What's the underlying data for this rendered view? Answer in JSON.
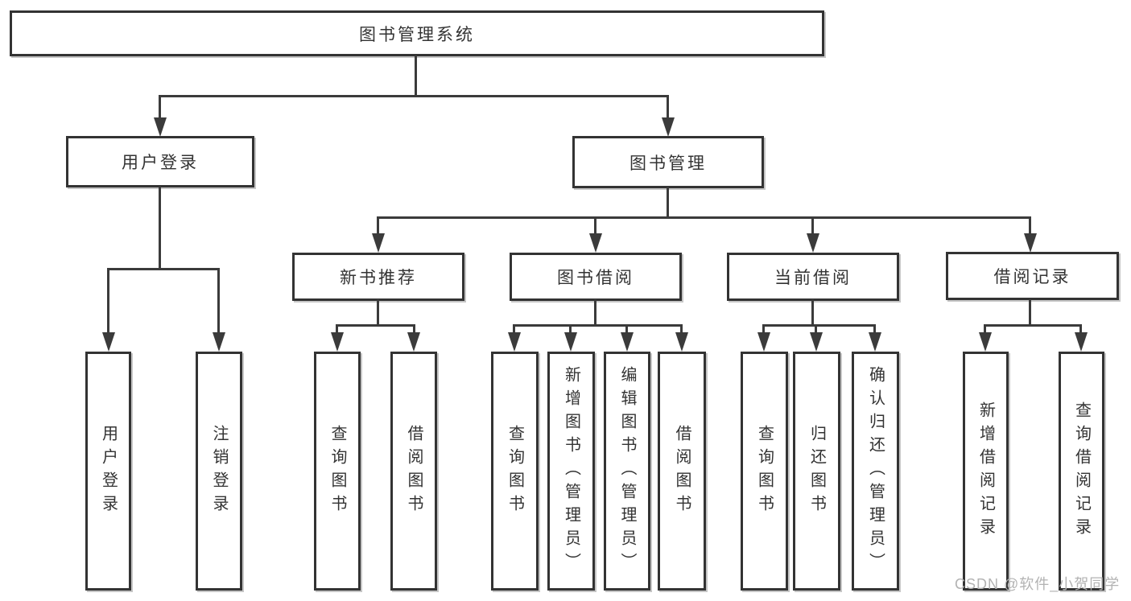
{
  "diagram_type": "hierarchy-tree",
  "tree": {
    "label": "图书管理系统",
    "children": [
      {
        "label": "用户登录",
        "children": [
          {
            "label": "用户登录"
          },
          {
            "label": "注销登录"
          }
        ]
      },
      {
        "label": "图书管理",
        "children": [
          {
            "label": "新书推荐",
            "children": [
              {
                "label": "查询图书"
              },
              {
                "label": "借阅图书"
              }
            ]
          },
          {
            "label": "图书借阅",
            "children": [
              {
                "label": "查询图书"
              },
              {
                "label": "新增图书（管理员）"
              },
              {
                "label": "编辑图书（管理员）"
              },
              {
                "label": "借阅图书"
              }
            ]
          },
          {
            "label": "当前借阅",
            "children": [
              {
                "label": "查询图书"
              },
              {
                "label": "归还图书"
              },
              {
                "label": "确认归还（管理员）"
              }
            ]
          },
          {
            "label": "借阅记录",
            "children": [
              {
                "label": "新增借阅记录"
              },
              {
                "label": "查询借阅记录"
              }
            ]
          }
        ]
      }
    ]
  },
  "watermark": {
    "text": "CSDN @软件_小贺同学"
  },
  "colors": {
    "line": "#3b3b3b",
    "border": "#333333",
    "fill": "#ffffff",
    "text": "#333333",
    "watermark": "#b3b3b3"
  }
}
